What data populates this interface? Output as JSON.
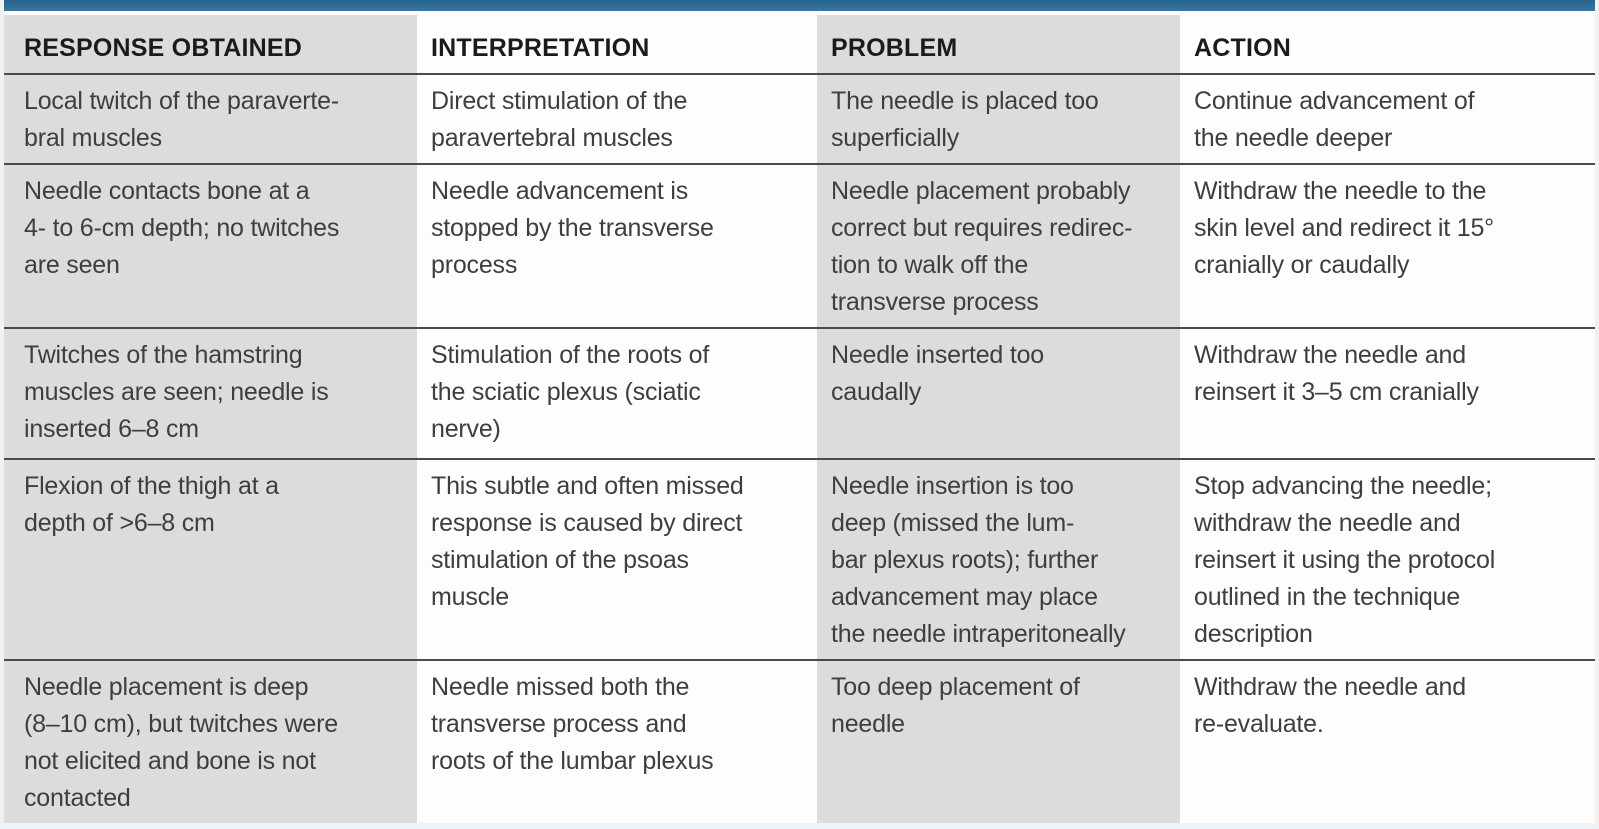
{
  "theme": {
    "accent_bar_color": "#2f6d9b",
    "shaded_column_color": "#dcdcdc",
    "plain_column_color": "#fefdfc",
    "row_separator_color": "#4a4a4a",
    "header_text_color": "#1b1b1b",
    "body_text_color": "#3e3e3e"
  },
  "table": {
    "columns": [
      "RESPONSE OBTAINED",
      "INTERPRETATION",
      "PROBLEM",
      "ACTION"
    ],
    "rows": [
      {
        "cells": [
          "Local twitch of the paraverte-\nbral muscles",
          "Direct stimulation of the\nparavertebral muscles",
          "The needle is placed too\nsuperficially",
          "Continue advancement of\nthe needle deeper"
        ]
      },
      {
        "cells": [
          "Needle contacts bone at a\n4- to 6-cm depth; no twitches\nare seen",
          "Needle advancement is\nstopped by the transverse\nprocess",
          "Needle placement probably\ncorrect but requires redirec-\ntion to walk off the\ntransverse process",
          "Withdraw the needle to the\nskin level and redirect it 15°\ncranially or caudally"
        ]
      },
      {
        "cells": [
          "Twitches of the hamstring\nmuscles are seen; needle is\ninserted 6–8 cm",
          "Stimulation of the roots of\nthe sciatic plexus (sciatic\nnerve)",
          "Needle inserted too\ncaudally",
          "Withdraw the needle and\nreinsert it 3–5 cm cranially"
        ]
      },
      {
        "cells": [
          "Flexion of the thigh at a\ndepth of >6–8 cm",
          "This subtle and often missed\nresponse is caused by direct\nstimulation of the psoas\nmuscle",
          "Needle insertion is too\ndeep (missed the lum-\nbar plexus roots); further\nadvancement may place\nthe needle intraperitoneally",
          "Stop advancing the needle;\nwithdraw the needle and\nreinsert it using the protocol\noutlined in the technique\ndescription"
        ]
      },
      {
        "cells": [
          "Needle placement is deep\n(8–10 cm), but twitches were\nnot elicited and bone is not\ncontacted",
          "Needle missed both the\ntransverse process and\nroots of the lumbar plexus",
          "Too deep placement of\nneedle",
          "Withdraw the needle and\nre-evaluate."
        ]
      }
    ]
  }
}
